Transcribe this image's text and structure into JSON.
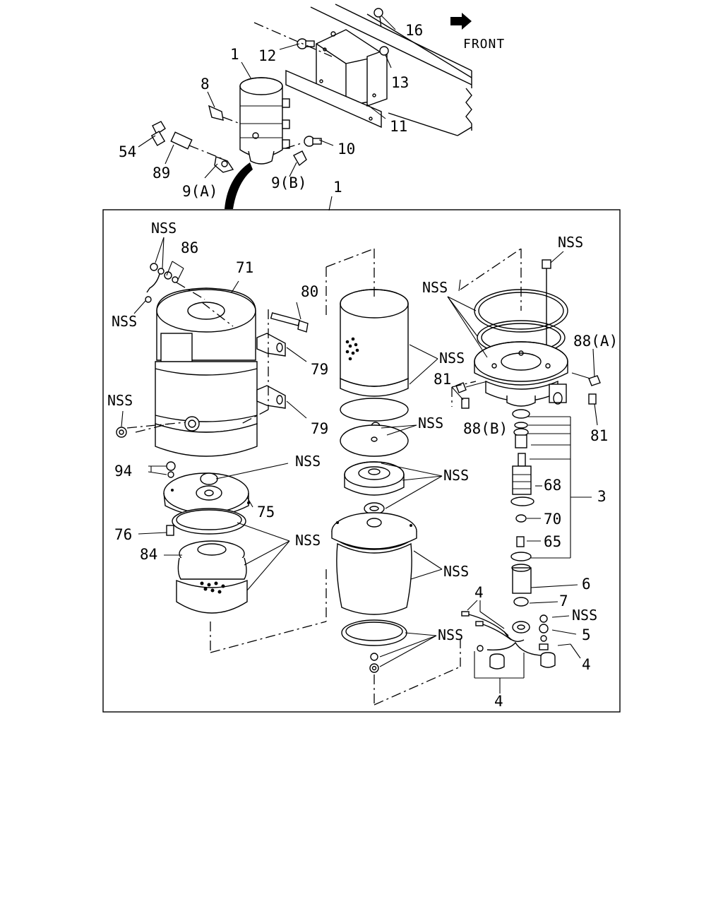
{
  "labels": {
    "front": "FRONT",
    "nss": "NSS",
    "p1": "1",
    "p3": "3",
    "p4": "4",
    "p5": "5",
    "p6": "6",
    "p7": "7",
    "p8": "8",
    "p9a": "9(A)",
    "p9b": "9(B)",
    "p10": "10",
    "p11": "11",
    "p12": "12",
    "p13": "13",
    "p16": "16",
    "p54": "54",
    "p65": "65",
    "p68": "68",
    "p70": "70",
    "p71": "71",
    "p75": "75",
    "p76": "76",
    "p79": "79",
    "p80": "80",
    "p81": "81",
    "p84": "84",
    "p86": "86",
    "p88a": "88(A)",
    "p88b": "88(B)",
    "p89": "89",
    "p94": "94"
  }
}
